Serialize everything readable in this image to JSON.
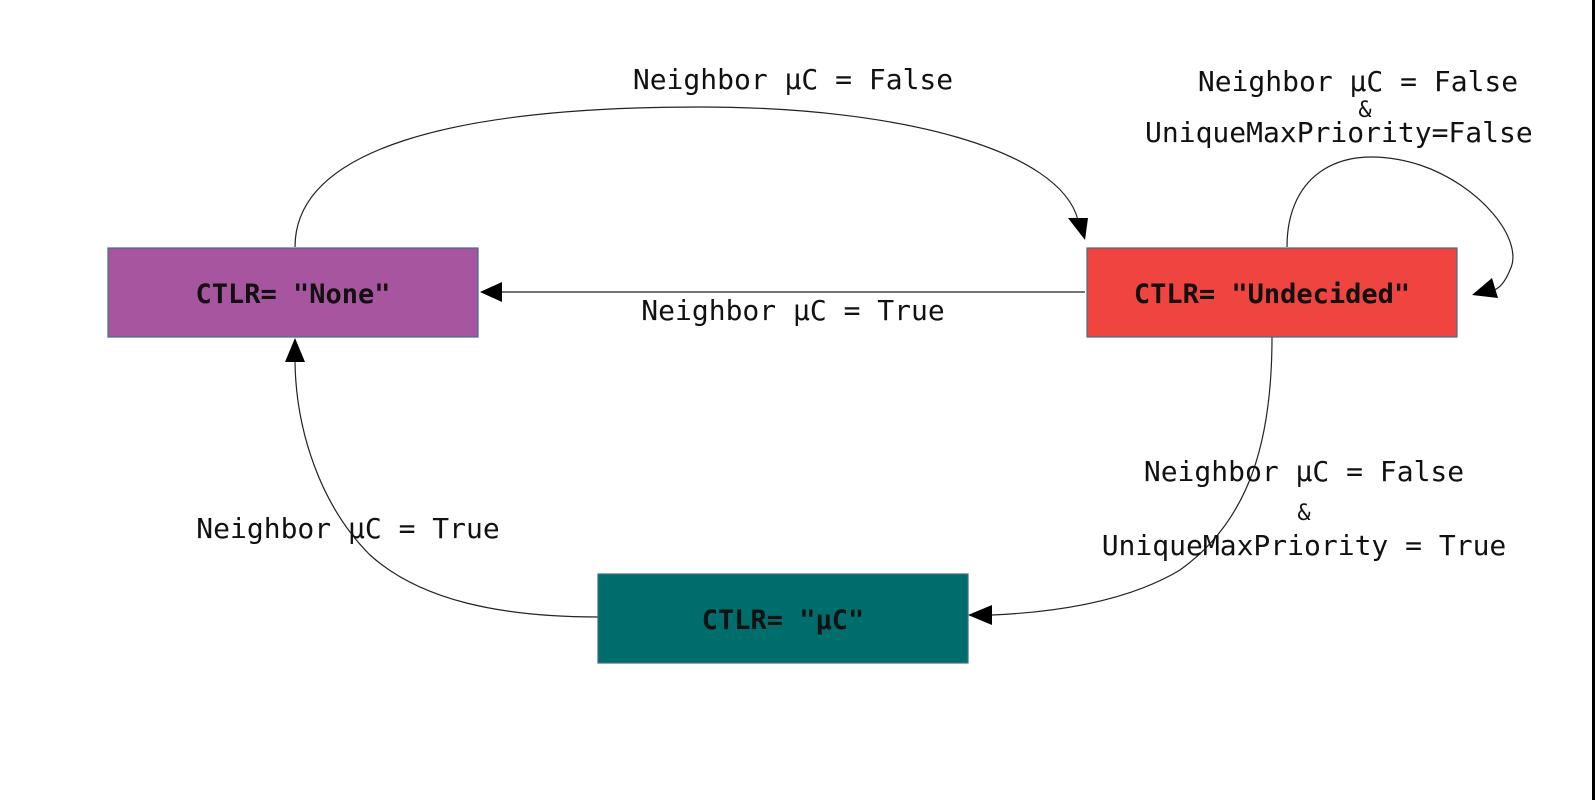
{
  "nodes": {
    "none": {
      "label": "CTLR= \"None\"",
      "color": "#a855a0"
    },
    "undecided": {
      "label": "CTLR= \"Undecided\"",
      "color": "#ef4440"
    },
    "uc": {
      "label": "CTLR= \"μC\"",
      "color": "#006d6d"
    }
  },
  "edges": {
    "none_to_undecided": {
      "label": "Neighbor μC = False"
    },
    "undecided_to_none": {
      "label": "Neighbor μC = True"
    },
    "undecided_self": {
      "line1": "Neighbor μC = False",
      "amp": "&",
      "line2": "UniqueMaxPriority=False"
    },
    "undecided_to_uc": {
      "line1": "Neighbor μC = False",
      "amp": "&",
      "line2": "UniqueMaxPriority = True"
    },
    "uc_to_none": {
      "label": "Neighbor μC = True"
    }
  }
}
